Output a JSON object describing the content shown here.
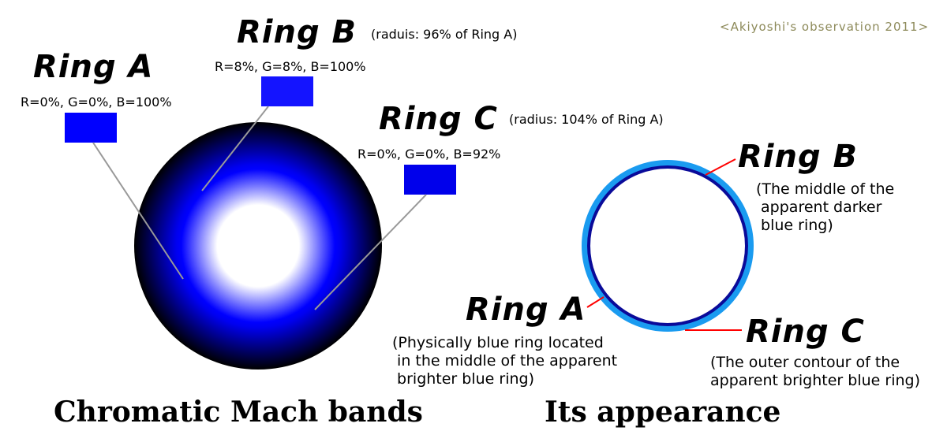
{
  "credit": "<Akiyoshi's observation 2011>",
  "left": {
    "ring_a": {
      "title": "Ring A",
      "rgb": "R=0%, G=0%, B=100%",
      "color": "#0000ff"
    },
    "ring_b": {
      "title": "Ring B",
      "note": "(raduis: 96% of Ring A)",
      "rgb": "R=8%, G=8%, B=100%",
      "color": "#1414ff"
    },
    "ring_c": {
      "title": "Ring C",
      "note": "(radius: 104% of Ring A)",
      "rgb": "R=0%, G=0%, B=92%",
      "color": "#0000eb"
    },
    "caption": "Chromatic Mach bands"
  },
  "right": {
    "ring_b": {
      "title": "Ring B",
      "lines": [
        "(The middle of the",
        " apparent darker",
        " blue ring)"
      ]
    },
    "ring_a": {
      "title": "Ring A",
      "lines": [
        "(Physically blue ring located",
        " in the middle of the apparent",
        " brighter blue ring)"
      ]
    },
    "ring_c": {
      "title": "Ring C",
      "lines": [
        "(The outer contour of the",
        "apparent brighter blue ring)"
      ]
    },
    "caption": "Its appearance",
    "colors": {
      "bright_ring": "#1a9bf0",
      "dark_ring": "#0a0a99"
    }
  }
}
